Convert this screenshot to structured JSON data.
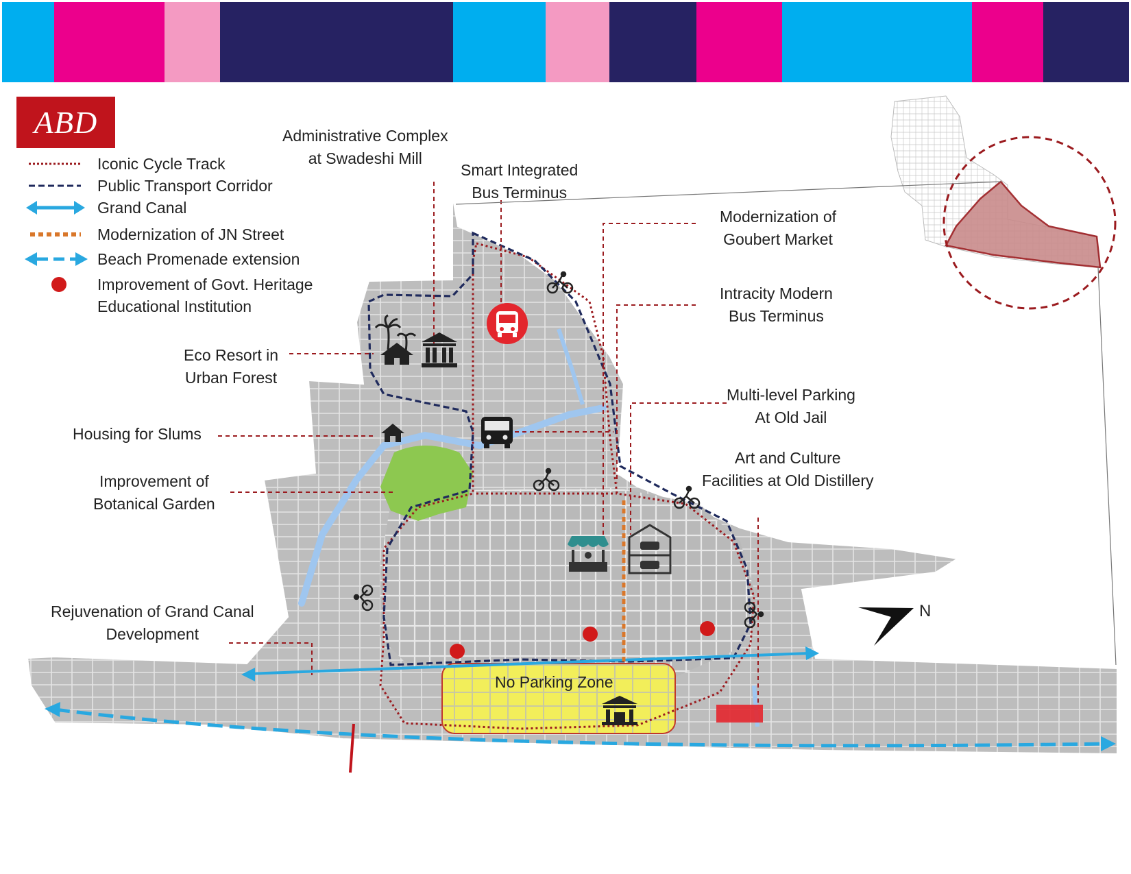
{
  "header": {
    "stripe_colors": [
      "#00aeef",
      "#ec008c",
      "#f49ac2",
      "#262262",
      "#262262",
      "#00aeef",
      "#f49ac2",
      "#262262",
      "#ec008c",
      "#00aeef",
      "#ec008c",
      "#262262"
    ]
  },
  "logo": {
    "text": "ABD"
  },
  "legend": {
    "cycle_track": "Iconic Cycle Track",
    "public_transport": "Public Transport Corridor",
    "grand_canal": "Grand Canal",
    "jn_street": "Modernization of JN Street",
    "beach_promenade": "Beach Promenade extension",
    "heritage_line1": "Improvement of Govt. Heritage",
    "heritage_line2": "Educational Institution"
  },
  "labels": {
    "admin_complex": [
      "Administrative Complex",
      "at Swadeshi Mill"
    ],
    "smart_bus": [
      "Smart Integrated",
      "Bus Terminus"
    ],
    "goubert": [
      "Modernization of",
      "Goubert Market"
    ],
    "intracity": [
      "Intracity Modern",
      "Bus Terminus"
    ],
    "eco_resort": [
      "Eco Resort in",
      "Urban Forest"
    ],
    "housing_slums": "Housing for Slums",
    "multilevel_parking": [
      "Multi-level Parking",
      "At Old Jail"
    ],
    "botanical": [
      "Improvement of",
      "Botanical Garden"
    ],
    "art_culture": [
      "Art and Culture",
      "Facilities at Old Distillery"
    ],
    "grand_canal_rejuv": [
      "Rejuvenation of Grand Canal",
      "Development"
    ],
    "no_parking": "No Parking Zone",
    "north": "N"
  },
  "colors": {
    "map_fill": "#b8b8b8",
    "cycle_track": "#9b1b1f",
    "public_transport": "#1f2a5c",
    "canal": "#29a8e0",
    "jn_street": "#d9772a",
    "heritage_dot": "#d11a1a",
    "no_parking_fill": "#f2ee5a",
    "garden": "#8dc850",
    "water": "#9fc6ef"
  },
  "icons": [
    "palm-tree-icon",
    "museum-icon",
    "bus-icon",
    "cycle-icon",
    "house-icon",
    "market-stall-icon",
    "parking-building-icon",
    "heritage-building-icon",
    "north-arrow-icon"
  ]
}
